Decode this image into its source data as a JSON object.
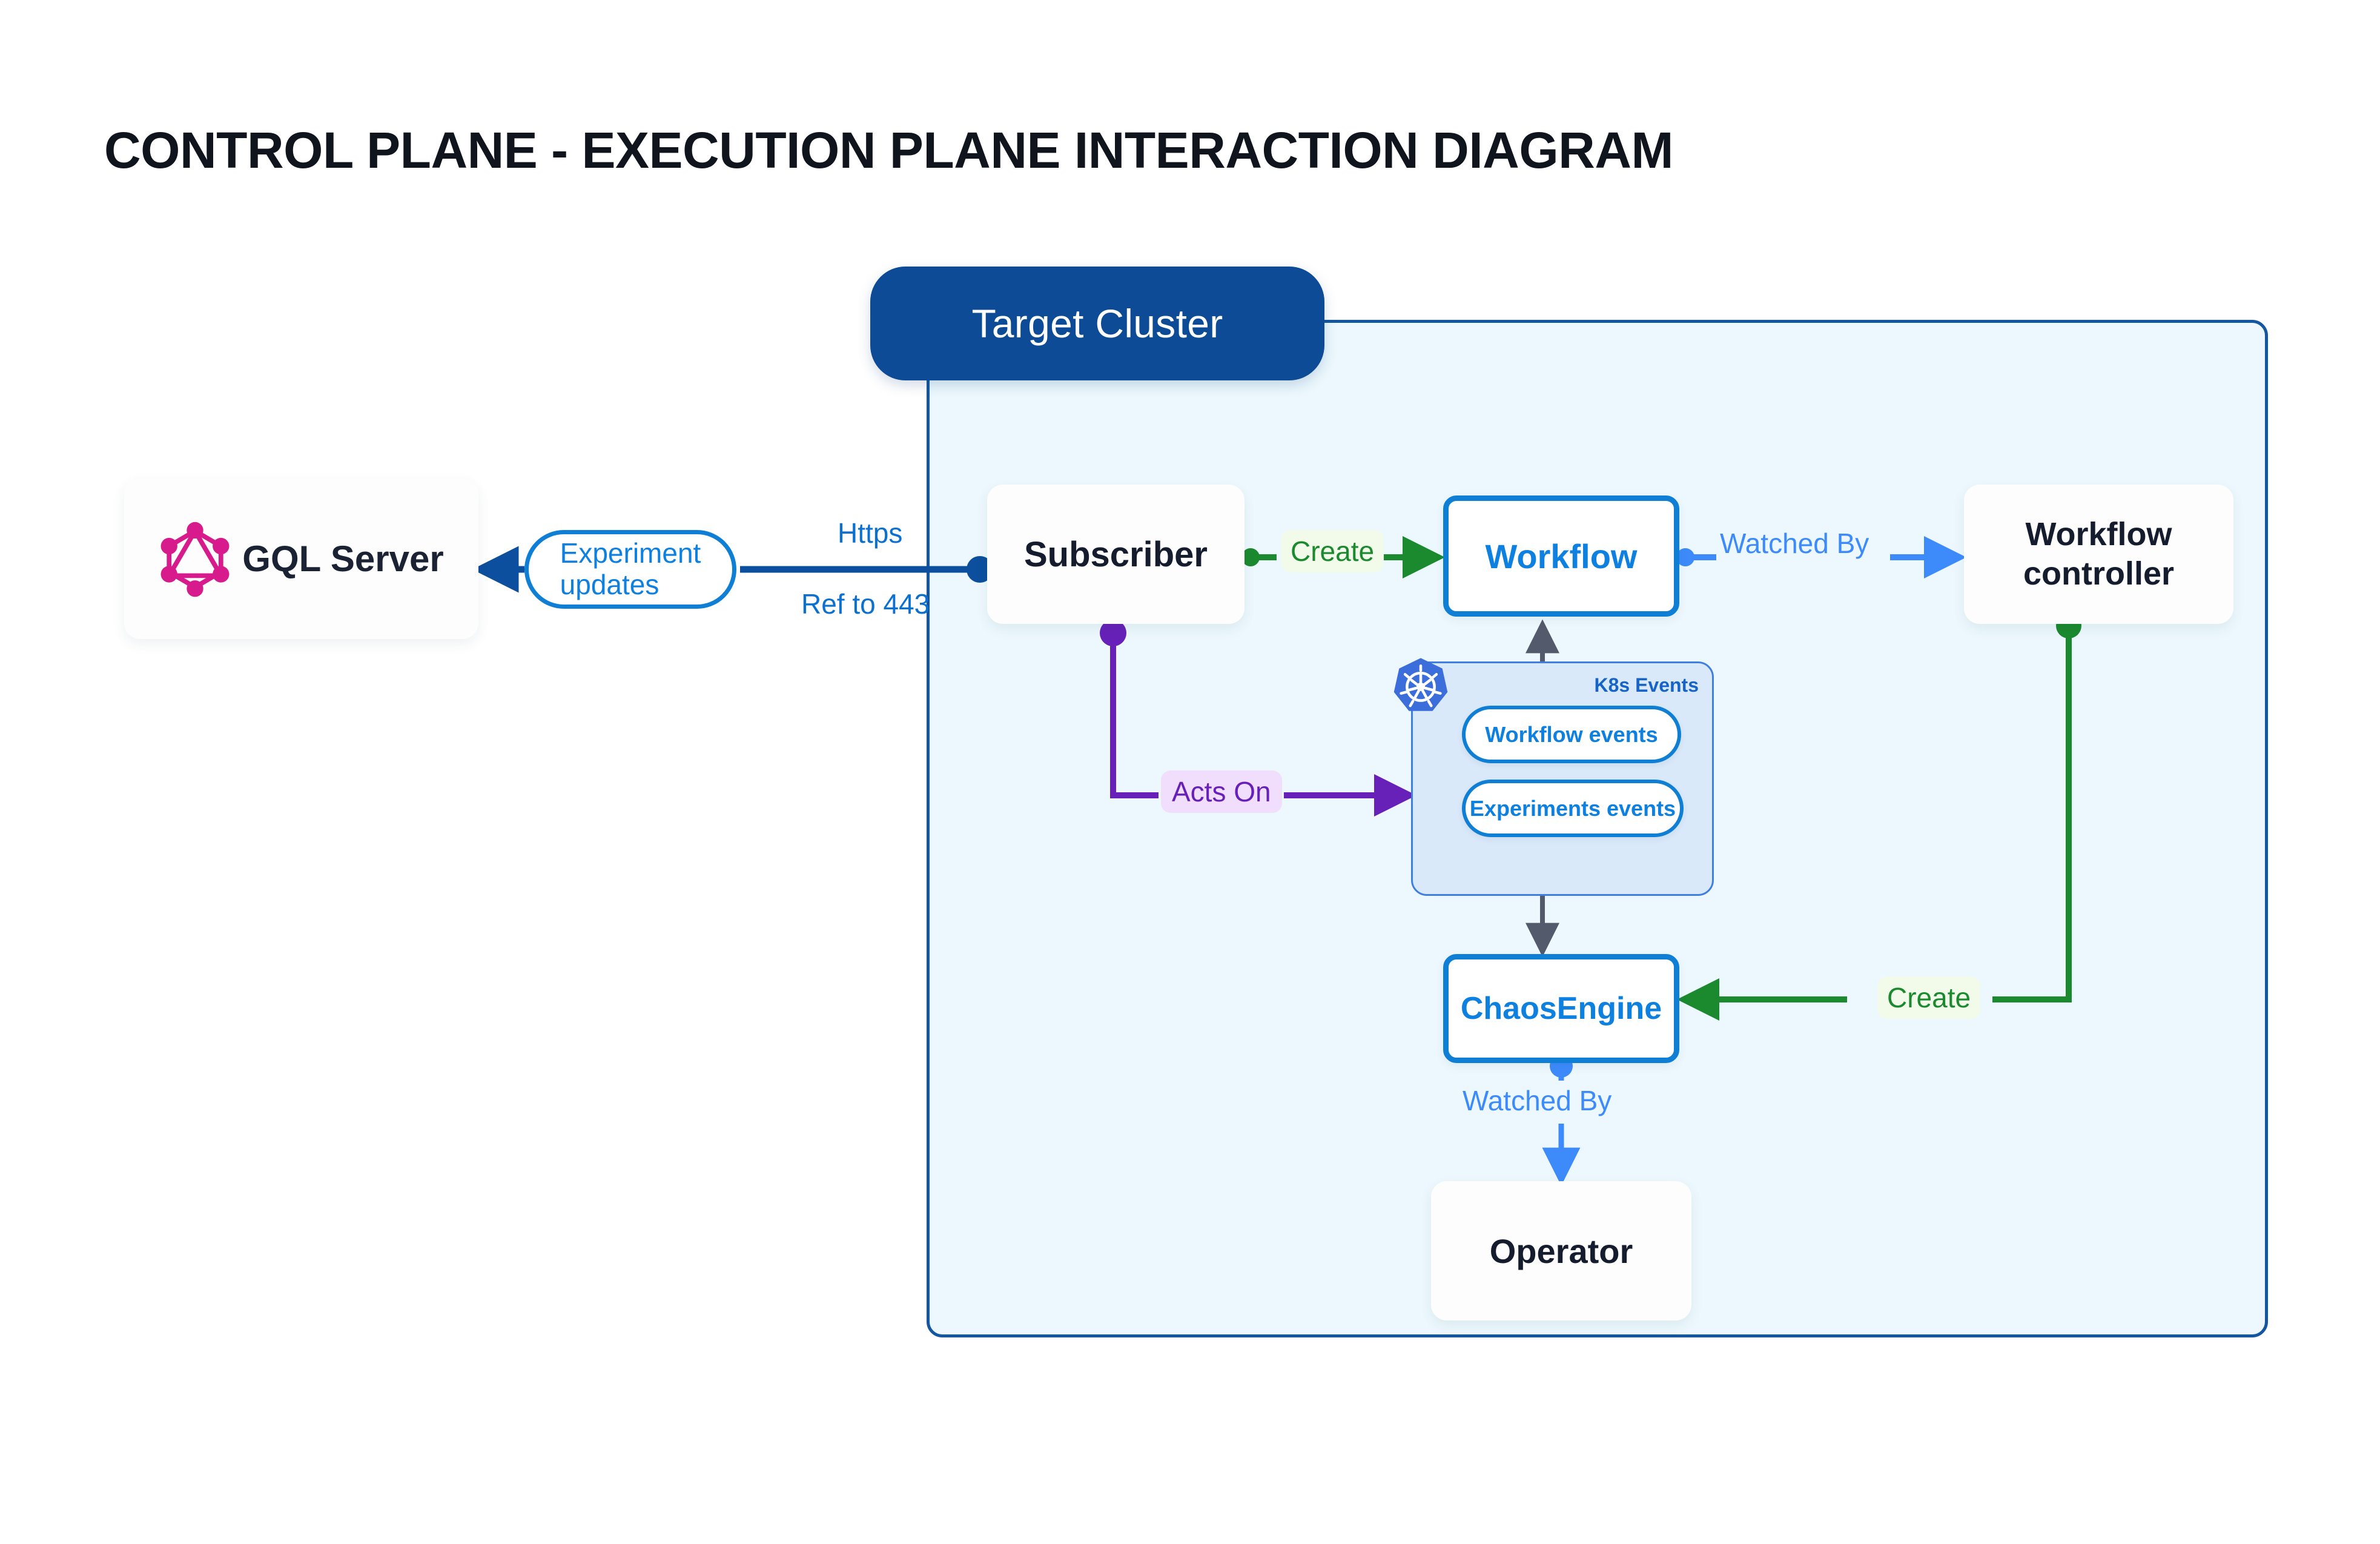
{
  "page": {
    "title": "CONTROL PLANE - EXECUTION PLANE INTERACTION DIAGRAM"
  },
  "cluster": {
    "label": "Target Cluster",
    "fill": "#ecf8fd",
    "border": "#14569f",
    "pill_fill": "#0d4b96"
  },
  "nodes": {
    "gql_server": {
      "label": "GQL Server",
      "icon": "graphql-logo",
      "icon_color": "#e10098"
    },
    "subscriber": {
      "label": "Subscriber"
    },
    "workflow": {
      "label": "Workflow",
      "color": "#0e80e0"
    },
    "workflow_controller": {
      "label": "Workflow controller"
    },
    "chaos_engine": {
      "label": "ChaosEngine",
      "color": "#0e80e0"
    },
    "operator": {
      "label": "Operator"
    }
  },
  "k8s_events": {
    "title": "K8s Events",
    "icon": "kubernetes-logo",
    "icon_color": "#3b6ddb",
    "fill": "#d9e9fa",
    "items": [
      {
        "label": "Workflow events"
      },
      {
        "label": "Experiments events"
      }
    ]
  },
  "edges": {
    "experiment_updates": "Experiment updates",
    "https": "Https",
    "ref_to_443": "Ref to 443",
    "create_workflow": "Create",
    "watched_by_controller": "Watched By",
    "create_chaosengine": "Create",
    "watched_by_operator": "Watched By",
    "acts_on": "Acts On"
  },
  "colors": {
    "green": "#1b8a2e",
    "blue_light": "#3d8bfb",
    "blue": "#0c70cf",
    "purple": "#6721b8",
    "slate": "#525a6b",
    "navy": "#14569f",
    "cyan_blue": "#0f7fd6",
    "pink": "#e10098"
  }
}
